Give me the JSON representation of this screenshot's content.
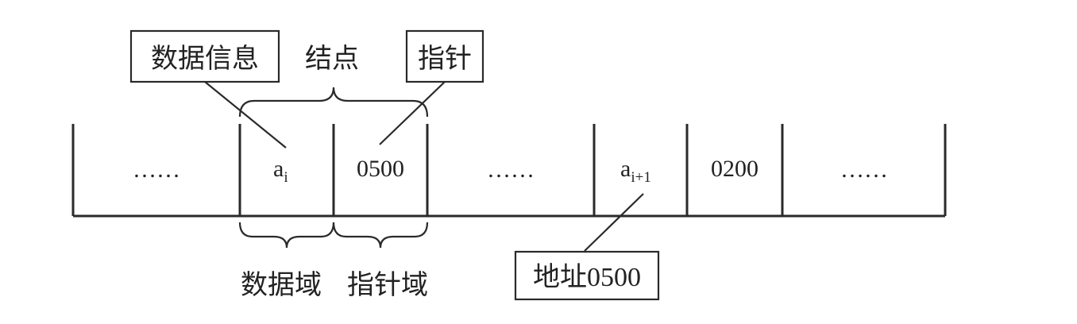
{
  "labels": {
    "data_info": "数据信息",
    "node": "结点",
    "pointer": "指针",
    "data_field": "数据域",
    "pointer_field": "指针域",
    "address": "地址0500"
  },
  "cells": {
    "dots_1": "……",
    "a_i_base": "a",
    "a_i_sub": "i",
    "ptr_1": "0500",
    "dots_2": "……",
    "a_i1_base": "a",
    "a_i1_sub": "i+1",
    "ptr_2": "0200",
    "dots_3": "……"
  }
}
